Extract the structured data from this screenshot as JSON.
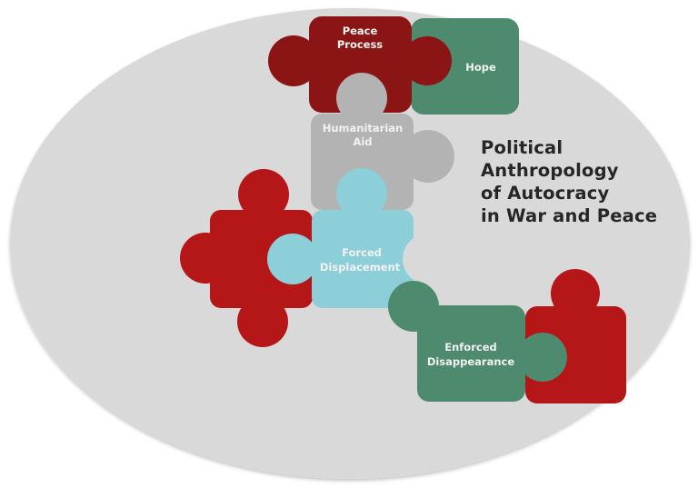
{
  "diagram": {
    "title_lines": [
      "Political",
      "Anthropology",
      "of Autocracy",
      "in War and Peace"
    ],
    "background": {
      "shape": "ellipse",
      "color": "#d9d9d9"
    },
    "pieces": [
      {
        "id": "peace-process",
        "lines": [
          "Peace",
          "Process"
        ],
        "color": "#8b1414"
      },
      {
        "id": "hope",
        "lines": [
          "Hope"
        ],
        "color": "#4d8a6e"
      },
      {
        "id": "humanitarian-aid",
        "lines": [
          "Humanitarian",
          "Aid"
        ],
        "color": "#b3b3b3"
      },
      {
        "id": "forced-displacement",
        "lines": [
          "Forced",
          "Displacement"
        ],
        "color": "#8ccfd9"
      },
      {
        "id": "enforced-disappearance",
        "lines": [
          "Enforced",
          "Disappearance"
        ],
        "color": "#4d8a6e"
      },
      {
        "id": "unlabeled-red-left",
        "lines": [],
        "color": "#b51617"
      },
      {
        "id": "unlabeled-red-right",
        "lines": [],
        "color": "#b51617"
      }
    ]
  }
}
